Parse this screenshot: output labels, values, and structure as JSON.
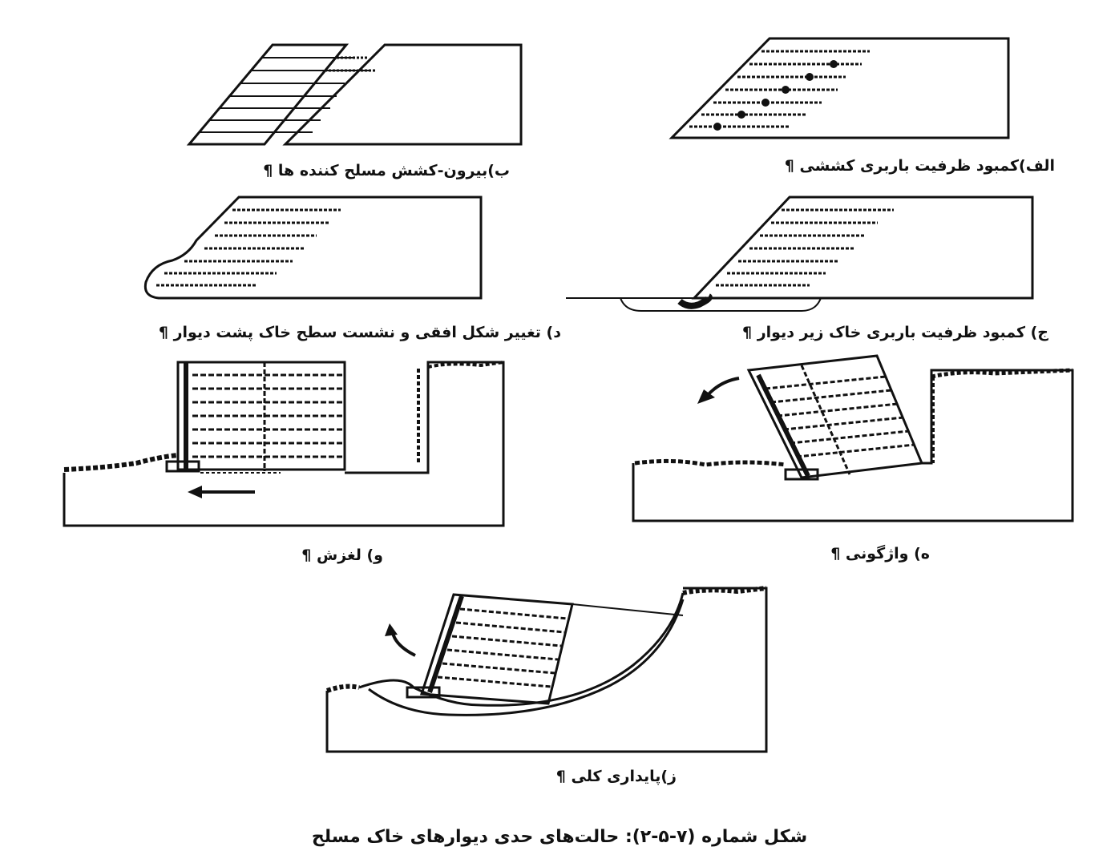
{
  "captions": {
    "alef": "الف)کمبود ظرفیت باربری کششی ¶",
    "be": "ب)بیرون-کشش مسلح کننده ها ¶",
    "jim": "ج) کمبود ظرفیت باربری خاک زیر دیوار ¶",
    "dal": "د) تغییر شکل افقی و نشست سطح خاک پشت دیوار ¶",
    "he": "ه) واژگونی ¶",
    "vav": "و) لغزش ¶",
    "ze": "ز)پایداری کلی ¶"
  },
  "figure_caption": "شکل شماره (۷-۵-۲): حالت‌های حدی دیوارهای خاک مسلح",
  "colors": {
    "ink": "#111111",
    "background": "#ffffff"
  }
}
